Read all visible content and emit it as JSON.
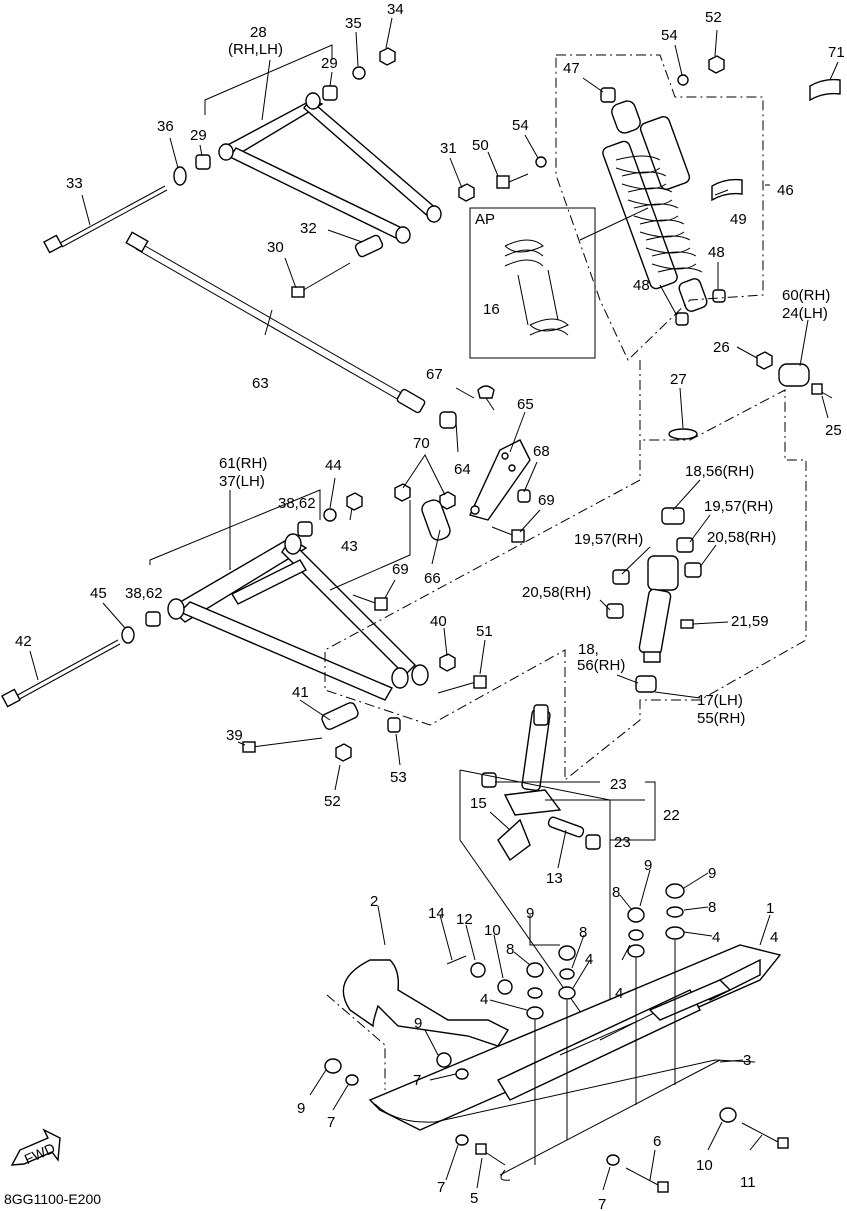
{
  "labels": {
    "n1": "1",
    "n2": "2",
    "n3": "3",
    "n4a": "4",
    "n4b": "4",
    "n4c": "4",
    "n4d": "4",
    "n4e": "4",
    "n5": "5",
    "n6": "6",
    "n7a": "7",
    "n7b": "7",
    "n7c": "7",
    "n7d": "7",
    "n8a": "8",
    "n8b": "8",
    "n8c": "8",
    "n8d": "8",
    "n9a": "9",
    "n9b": "9",
    "n9c": "9",
    "n9d": "9",
    "n9e": "9",
    "n10a": "10",
    "n10b": "10",
    "n11": "11",
    "n12": "12",
    "n13": "13",
    "n14": "14",
    "n15": "15",
    "n16": "16",
    "n17": "17(LH)",
    "n55": "55(RH)",
    "n18a": "18,56(RH)",
    "n18b": "18,",
    "n56b": "56(RH)",
    "n19a": "19,57(RH)",
    "n19b": "19,57(RH)",
    "n20a": "20,58(RH)",
    "n20b": "20,58(RH)",
    "n21": "21,59",
    "n22": "22",
    "n23a": "23",
    "n23b": "23",
    "n25": "25",
    "n26": "26",
    "n27": "27",
    "n28": "28",
    "n28b": "(RH,LH)",
    "n29a": "29",
    "n29b": "29",
    "n30": "30",
    "n31": "31",
    "n32": "32",
    "n33": "33",
    "n34": "34",
    "n35": "35",
    "n36": "36",
    "n38a": "38,62",
    "n38b": "38,62",
    "n39": "39",
    "n40": "40",
    "n41": "41",
    "n42": "42",
    "n43": "43",
    "n44": "44",
    "n45": "45",
    "n46": "46",
    "n47": "47",
    "n48a": "48",
    "n48b": "48",
    "n49": "49",
    "n50": "50",
    "n51": "51",
    "n52a": "52",
    "n52b": "52",
    "n53": "53",
    "n54a": "54",
    "n54b": "54",
    "n60": "60(RH)",
    "n24": "24(LH)",
    "n61": "61(RH)",
    "n37": "37(LH)",
    "n63": "63",
    "n64": "64",
    "n65": "65",
    "n66": "66",
    "n67": "67",
    "n68": "68",
    "n69a": "69",
    "n69b": "69",
    "n70": "70",
    "n71": "71",
    "ap": "AP",
    "fwd": "FWD",
    "code": "8GG1100-E200"
  }
}
